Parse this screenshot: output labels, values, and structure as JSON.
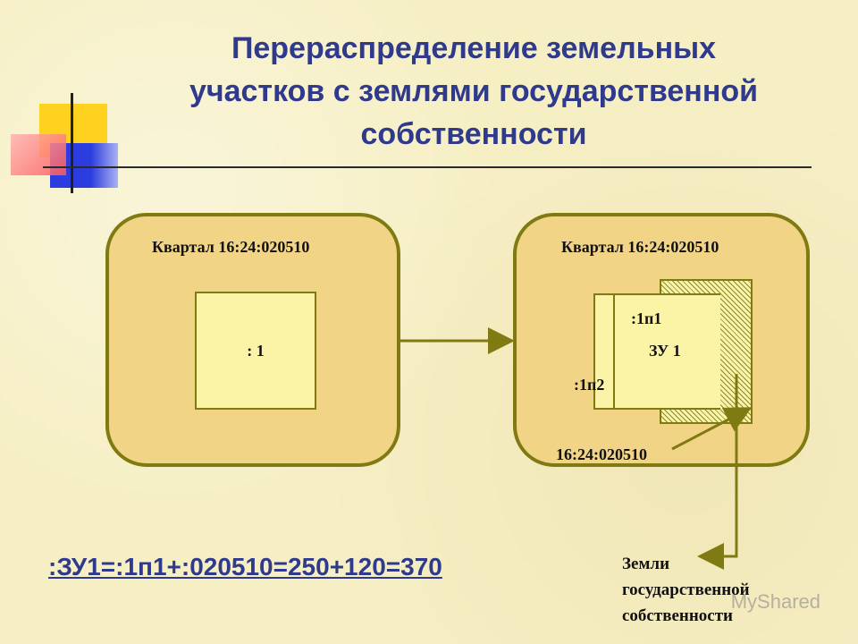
{
  "title": {
    "line1": "Перераспределение земельных",
    "line2": "участков с землями государственной",
    "line3": "собственности"
  },
  "left_block": {
    "quarter_label": "Квартал 16:24:020510",
    "parcel_label": ": 1"
  },
  "right_block": {
    "quarter_label": "Квартал 16:24:020510",
    "part1_label": ":1п1",
    "part2_label": ":1п2",
    "zu_label": "ЗУ 1",
    "cadastral_label": "16:24:020510"
  },
  "formula": ":ЗУ1=:1п1+:020510=250+120=370",
  "state_land": {
    "line1": "Земли",
    "line2": "государственной",
    "line3": "собственности"
  },
  "watermark": "MyShared",
  "colors": {
    "title": "#2f3a8c",
    "block_fill": "#f1d486",
    "block_border": "#807a12",
    "parcel_fill": "#fbf3a6",
    "connector": "#807a12"
  }
}
